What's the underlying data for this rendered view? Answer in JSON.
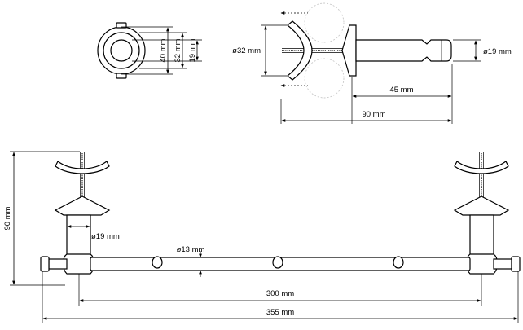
{
  "dimensions": {
    "rosette_outer": "40 mm",
    "rosette_inner": "32 mm",
    "rosette_core": "19 mm",
    "clamp_diameter": "ø32 mm",
    "post_diameter_side": "ø19 mm",
    "post_length": "45 mm",
    "bracket_depth": "90 mm",
    "overall_height": "90 mm",
    "post_diameter_front": "ø19 mm",
    "rail_diameter": "ø13 mm",
    "rail_span": "300 mm",
    "overall_width": "355 mm"
  }
}
